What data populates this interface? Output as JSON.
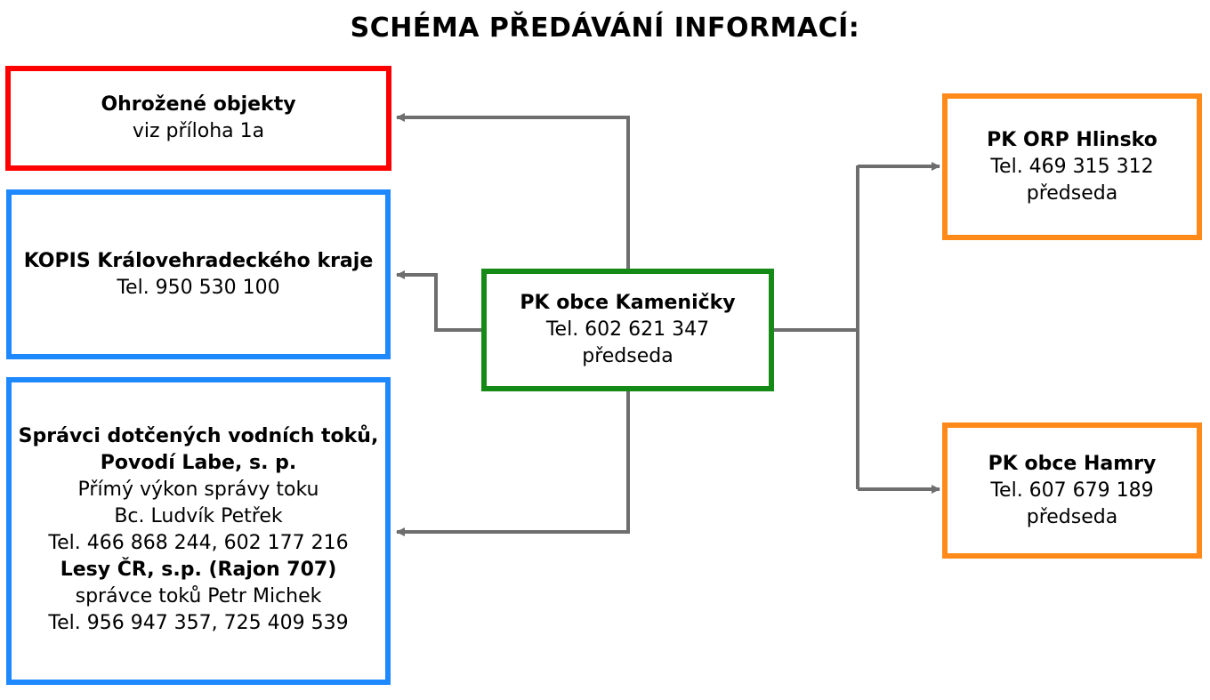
{
  "title": "SCHÉMA PŘEDÁVÁNÍ INFORMACÍ:",
  "colors": {
    "red": "#ff0000",
    "blue": "#1e88ff",
    "green": "#168a16",
    "orange": "#ff8a1a",
    "connector": "#6e6e6e"
  },
  "center": {
    "name": "PK obce Kameničky",
    "phone": "Tel. 602 621 347",
    "role": "předseda"
  },
  "threatened": {
    "name": "Ohrožené objekty",
    "note": "viz příloha 1a"
  },
  "kopis": {
    "name": "KOPIS Královehradeckého kraje",
    "phone": "Tel. 950 530 100"
  },
  "water": {
    "heading": "Správci dotčených vodních toků,",
    "org1": "Povodí Labe, s. p.",
    "line1": "Přímý výkon správy toku",
    "line2": "Bc. Ludvík Petřek",
    "line3": "Tel. 466 868 244, 602 177 216",
    "org2": "Lesy ČR, s.p. (Rajon 707)",
    "line4": "správce toků Petr Michek",
    "line5": "Tel. 956 947 357, 725 409 539"
  },
  "hlinsko": {
    "name": "PK ORP Hlinsko",
    "phone": "Tel. 469 315 312",
    "role": "předseda"
  },
  "hamry": {
    "name": "PK obce Hamry",
    "phone": "Tel. 607 679 189",
    "role": "předseda"
  }
}
